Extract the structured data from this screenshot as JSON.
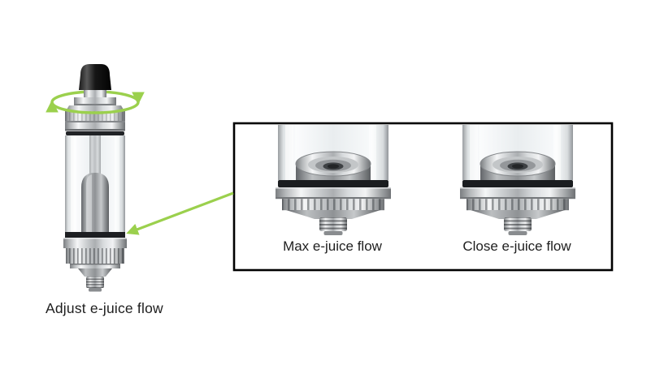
{
  "diagram": {
    "adjust_label": "Adjust e-juice flow",
    "detail_box": {
      "max_label": "Max e-juice flow",
      "close_label": "Close e-juice flow"
    },
    "colors": {
      "background": "#ffffff",
      "accent_green": "#9bd04d",
      "text_color": "#1e1e1e",
      "detail_box_border": "#000000",
      "drip_tip_black": "#111111",
      "o_ring_black": "#1d1f22",
      "metal_silver": "#c9ccce"
    },
    "icons": {
      "rotation_arrows_icon": "circular-rotation-arrows",
      "callout_arrow_icon": "callout-pointer-arrow"
    }
  }
}
